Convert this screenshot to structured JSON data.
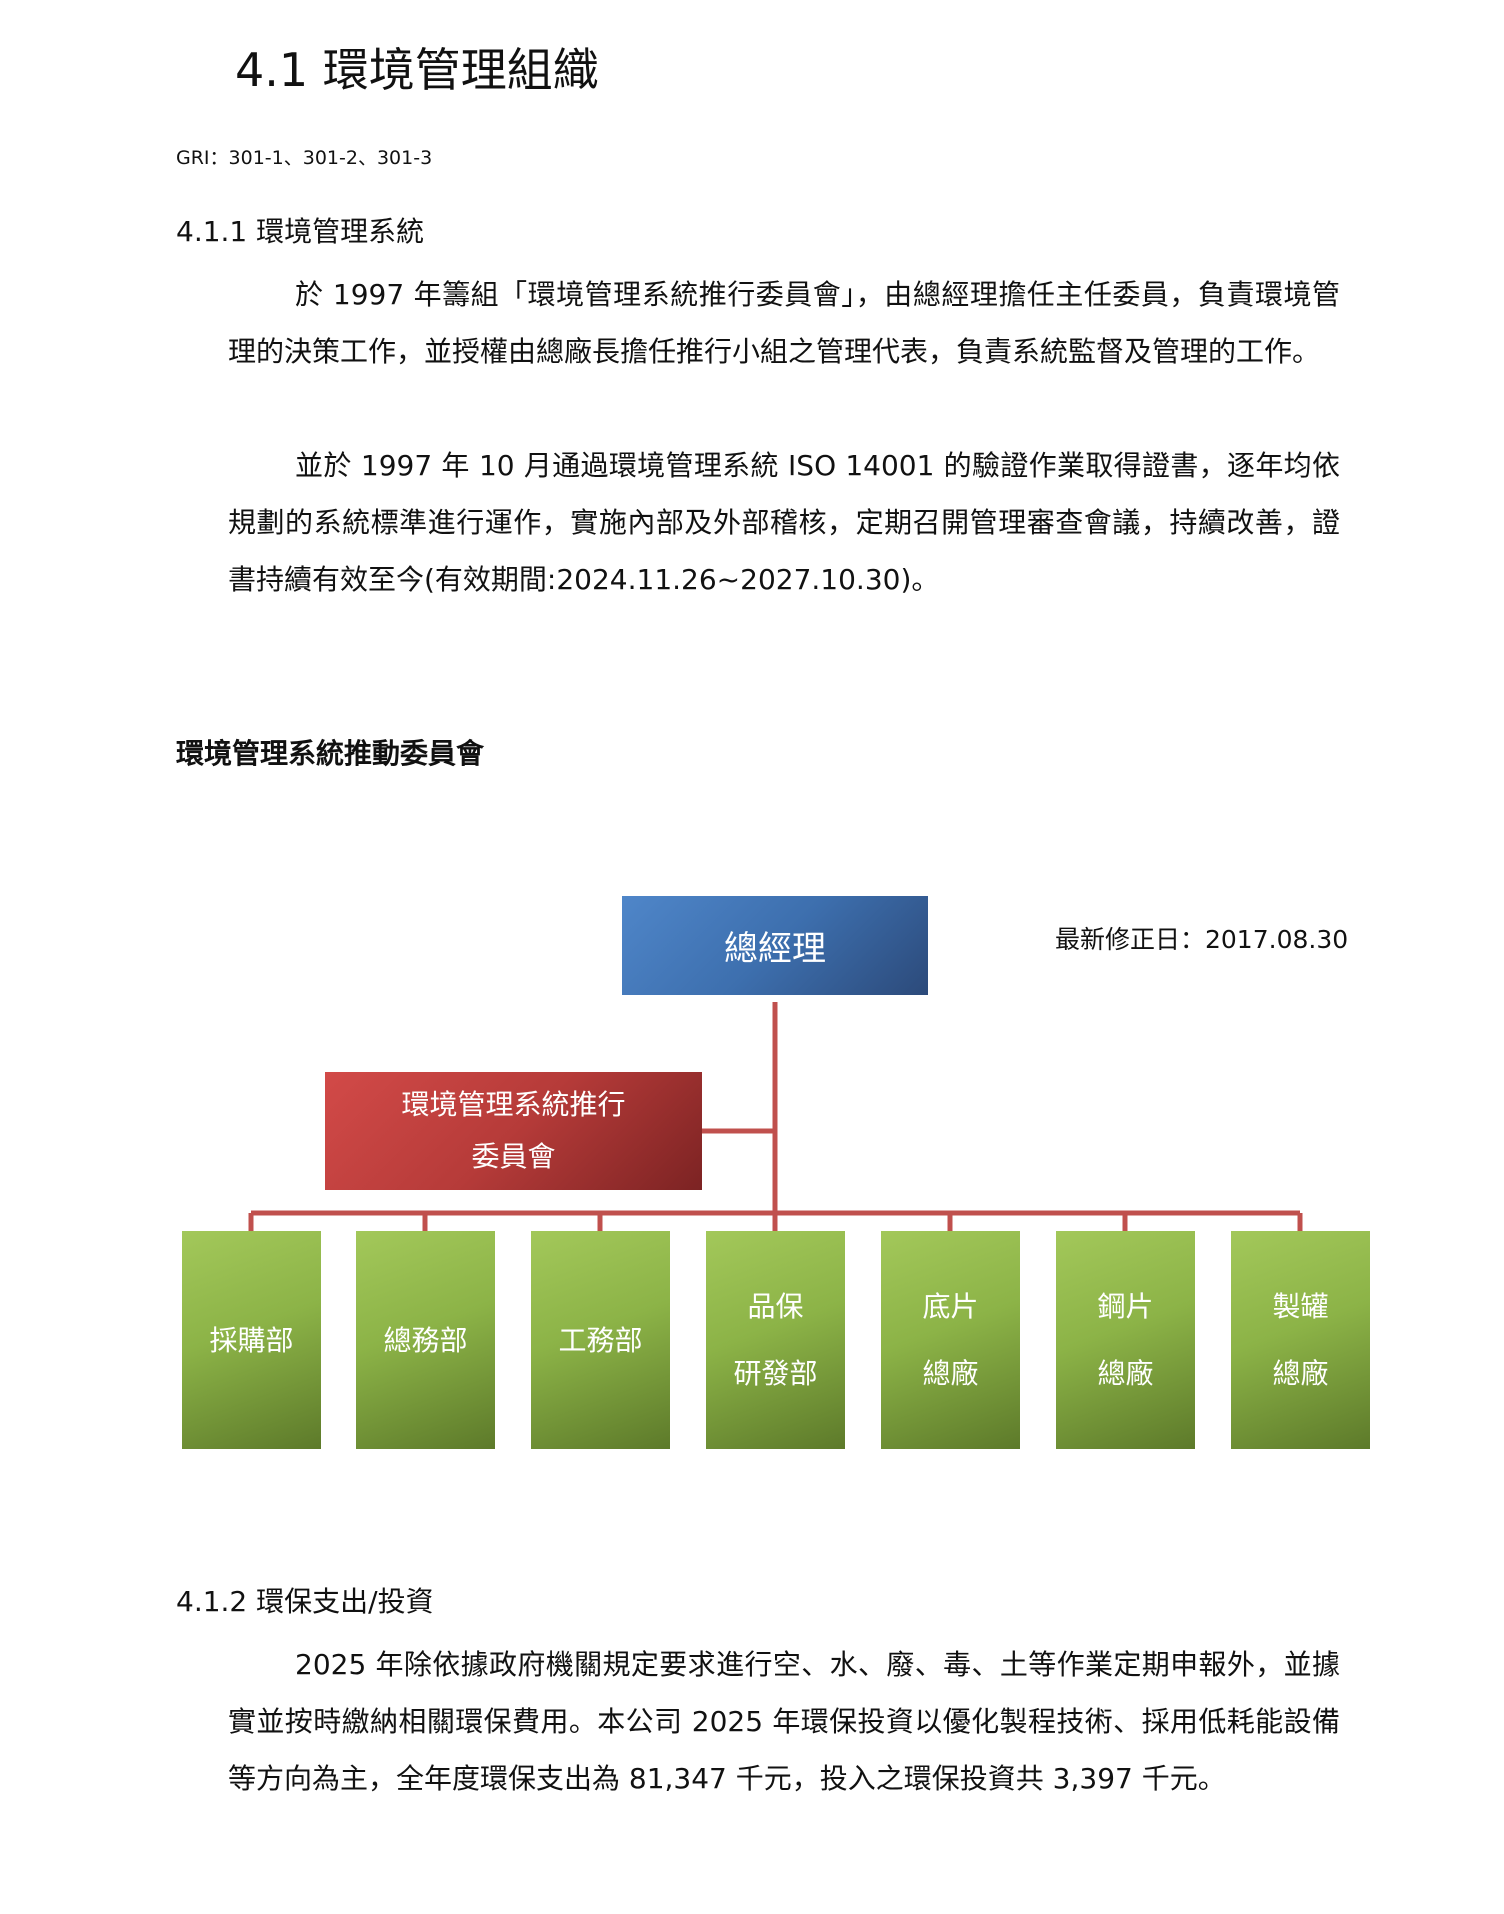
{
  "section_title": "4.1 環境管理組織",
  "gri_ref": "GRI：301-1、301-2、301-3",
  "subsection_1": {
    "title": "4.1.1 環境管理系統",
    "paragraphs": [
      "於 1997 年籌組「環境管理系統推行委員會」，由總經理擔任主任委員，負責環境管理的決策工作，並授權由總廠長擔任推行小組之管理代表，負責系統監督及管理的工作。",
      "並於 1997 年 10 月通過環境管理系統 ISO 14001 的驗證作業取得證書，逐年均依規劃的系統標準進行運作，實施內部及外部稽核，定期召開管理審查會議，持續改善，證書持續有效至今(有效期間:2024.11.26~2027.10.30)。"
    ]
  },
  "org_chart": {
    "title": "環境管理系統推動委員會",
    "revision_date": "最新修正日：2017.08.30",
    "top": "總經理",
    "committee": {
      "line1": "環境管理系統推行",
      "line2": "委員會"
    },
    "departments": [
      {
        "line1": "採購部",
        "line2": ""
      },
      {
        "line1": "總務部",
        "line2": ""
      },
      {
        "line1": "工務部",
        "line2": ""
      },
      {
        "line1": "品保",
        "line2": "研發部"
      },
      {
        "line1": "底片",
        "line2": "總廠"
      },
      {
        "line1": "鋼片",
        "line2": "總廠"
      },
      {
        "line1": "製罐",
        "line2": "總廠"
      }
    ],
    "colors": {
      "top": "#3d6fae",
      "committee": "#b63b39",
      "department": "#8cb347",
      "connector": "#c0504d"
    }
  },
  "subsection_2": {
    "title": "4.1.2 環保支出/投資",
    "paragraphs": [
      "2025 年除依據政府機關規定要求進行空、水、廢、毒、土等作業定期申報外，並據實並按時繳納相關環保費用。本公司 2025 年環保投資以優化製程技術、採用低耗能設備等方向為主，全年度環保支出為 81,347 千元，投入之環保投資共 3,397 千元。"
    ]
  }
}
